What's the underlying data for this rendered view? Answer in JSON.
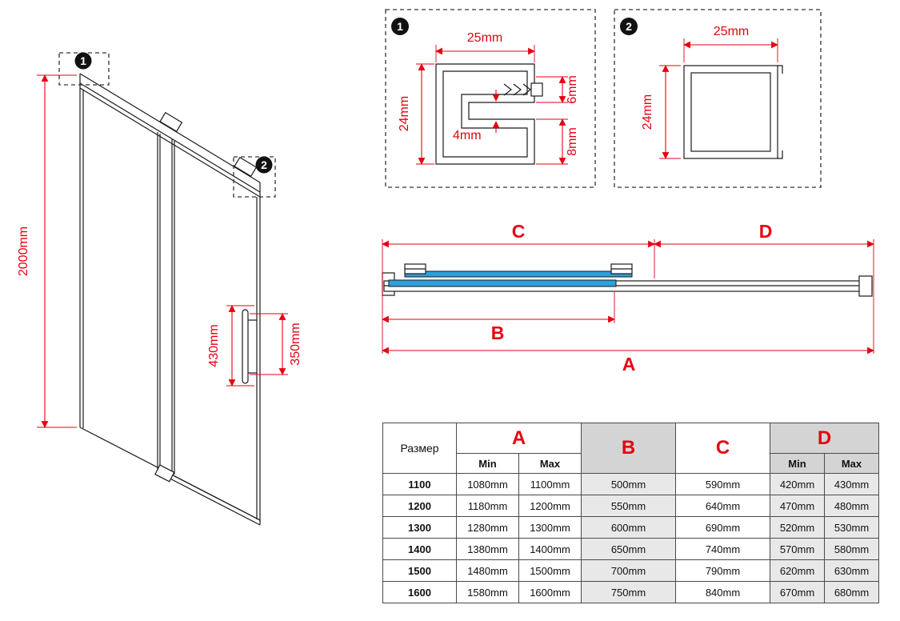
{
  "colors": {
    "dimension_red": "#e60012",
    "glass_blue": "#2e9fd9",
    "line_black": "#1a1a1a",
    "table_header_gray": "#d4d4d4",
    "table_cell_gray": "#e8e8e8",
    "badge_black": "#111111"
  },
  "door_view": {
    "callout_1": "1",
    "callout_2": "2",
    "dim_height": "2000mm",
    "dim_handle_span": "430mm",
    "dim_handle_length": "350mm"
  },
  "detail_1": {
    "badge": "1",
    "dim_width": "25mm",
    "dim_height": "24mm",
    "dim_gap_top": "6mm",
    "dim_glass_slot": "4mm",
    "dim_gap_bottom": "8mm"
  },
  "detail_2": {
    "badge": "2",
    "dim_width": "25mm",
    "dim_height": "24mm"
  },
  "plan_view": {
    "dim_a": "A",
    "dim_b": "B",
    "dim_c": "C",
    "dim_d": "D"
  },
  "table": {
    "header_size": "Размер",
    "header_a": "A",
    "header_b": "B",
    "header_c": "C",
    "header_d": "D",
    "label_min": "Min",
    "label_max": "Max",
    "rows": [
      [
        "1100",
        "1080mm",
        "1100mm",
        "500mm",
        "590mm",
        "420mm",
        "430mm"
      ],
      [
        "1200",
        "1180mm",
        "1200mm",
        "550mm",
        "640mm",
        "470mm",
        "480mm"
      ],
      [
        "1300",
        "1280mm",
        "1300mm",
        "600mm",
        "690mm",
        "520mm",
        "530mm"
      ],
      [
        "1400",
        "1380mm",
        "1400mm",
        "650mm",
        "740mm",
        "570mm",
        "580mm"
      ],
      [
        "1500",
        "1480mm",
        "1500mm",
        "700mm",
        "790mm",
        "620mm",
        "630mm"
      ],
      [
        "1600",
        "1580mm",
        "1600mm",
        "750mm",
        "840mm",
        "670mm",
        "680mm"
      ]
    ]
  }
}
